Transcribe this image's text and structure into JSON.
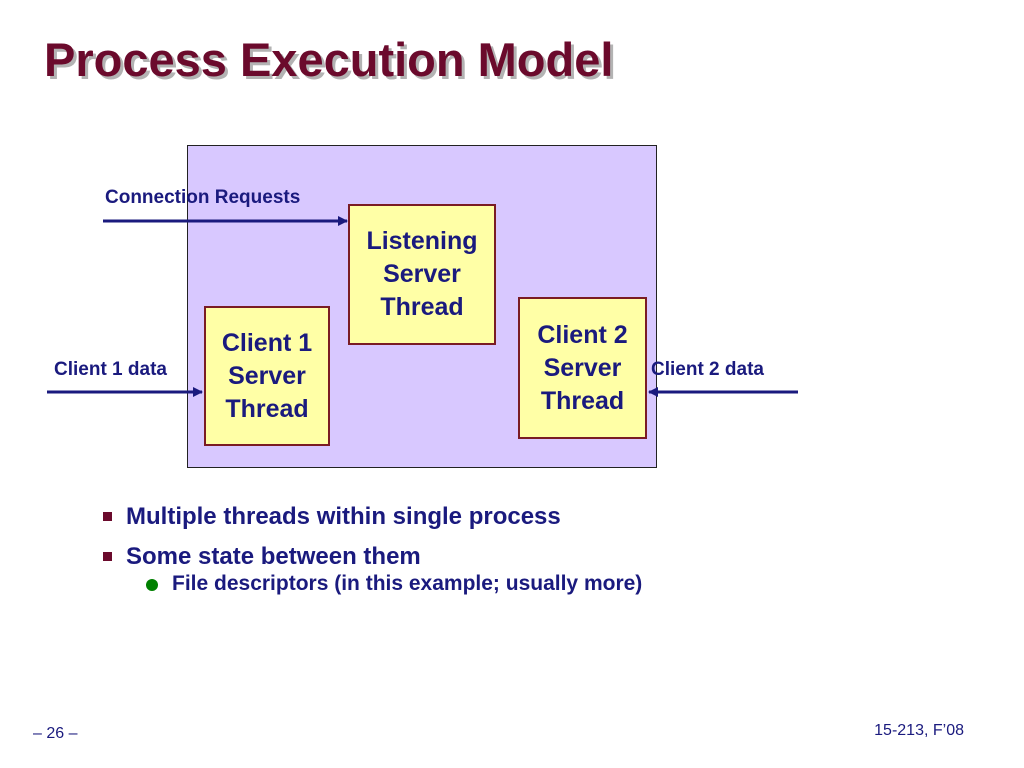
{
  "slide": {
    "title": "Process Execution Model"
  },
  "diagram": {
    "listening_thread": "Listening\nServer\nThread",
    "client1_thread": "Client 1\nServer\nThread",
    "client2_thread": "Client 2\nServer\nThread",
    "connection_label": "Connection Requests",
    "client1_label": "Client 1 data",
    "client2_label": "Client 2 data",
    "colors": {
      "process_fill": "#d8c8ff",
      "thread_fill": "#ffffa6",
      "thread_border": "#7a1c24",
      "arrow": "#1a1a7e",
      "text": "#1a1a7e"
    }
  },
  "bullets": [
    {
      "text": "Multiple threads within single process",
      "sub": []
    },
    {
      "text": "Some state between them",
      "sub": [
        "File descriptors (in this example; usually more)"
      ]
    }
  ],
  "footer": {
    "page": "– 26 –",
    "course": "15-213, F’08"
  }
}
